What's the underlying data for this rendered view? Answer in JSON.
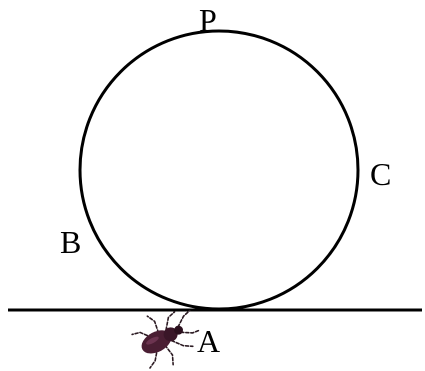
{
  "labels": {
    "p": "P",
    "c": "C",
    "b": "B",
    "a": "A"
  },
  "colors": {
    "stroke": "#000000",
    "background": "#ffffff",
    "beetle_body": "#4a1e33",
    "beetle_legs": "#2b1a22"
  },
  "icons": {
    "beetle": "beetle-icon"
  }
}
